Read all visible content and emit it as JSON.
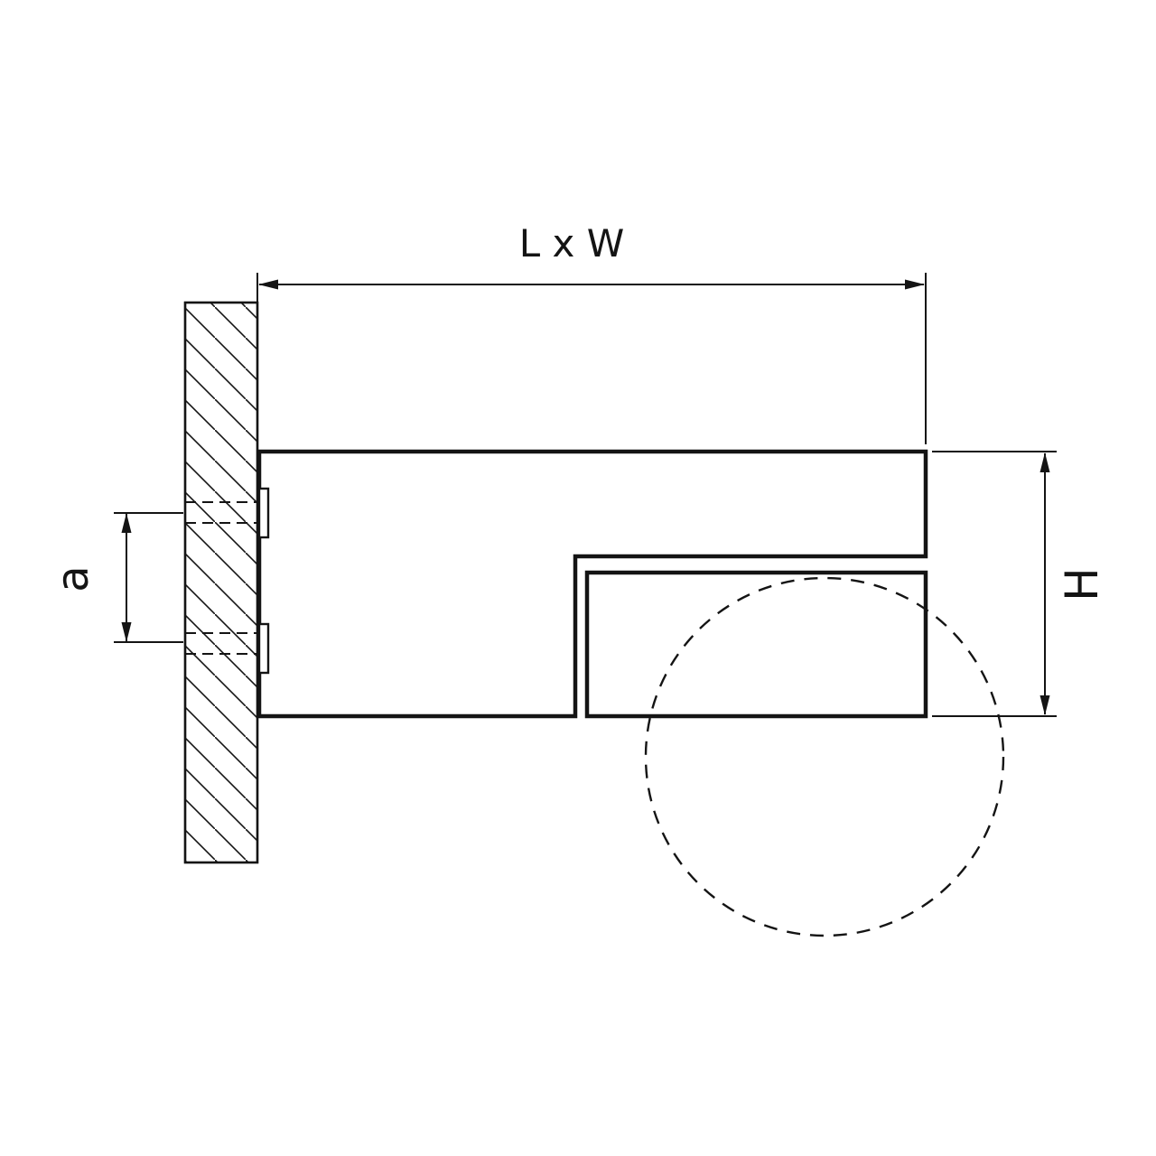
{
  "labels": {
    "length_width": "L x W",
    "height": "H",
    "hole_spacing": "a"
  },
  "colors": {
    "line": "#141414",
    "background": "#ffffff"
  }
}
